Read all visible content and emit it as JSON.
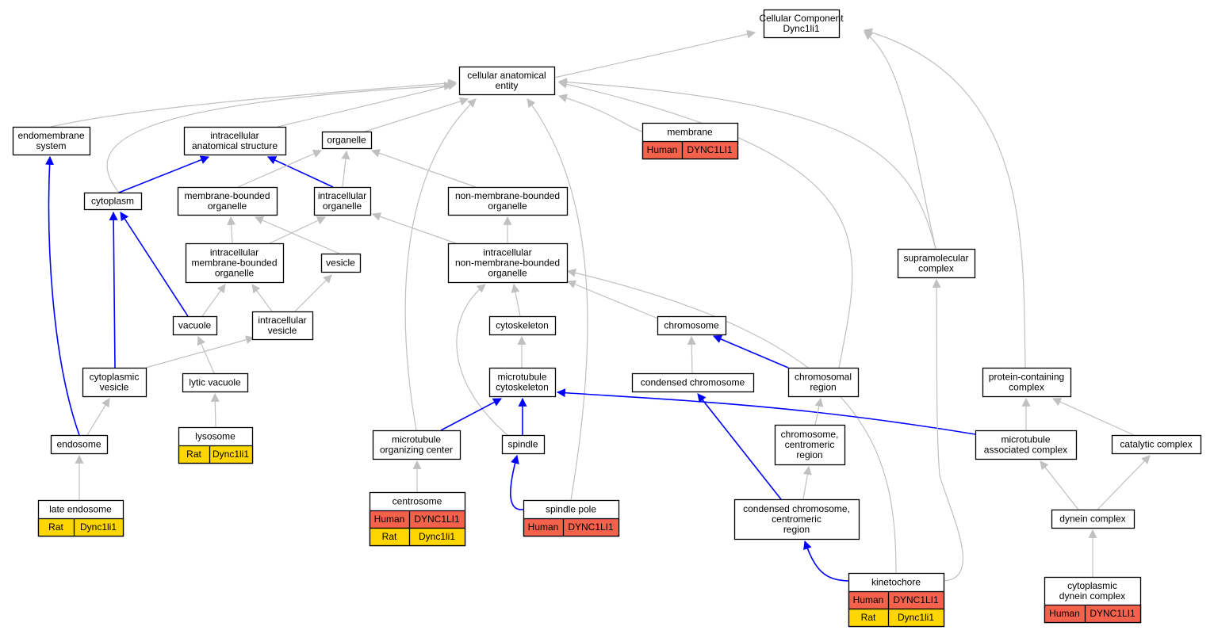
{
  "nodes": {
    "root": {
      "lines": [
        "Cellular Component",
        "Dync1li1"
      ]
    },
    "cae": {
      "lines": [
        "cellular anatomical",
        "entity"
      ]
    },
    "endosys": {
      "lines": [
        "endomembrane",
        "system"
      ]
    },
    "ias": {
      "lines": [
        "intracellular",
        "anatomical structure"
      ]
    },
    "organelle": {
      "lines": [
        "organelle"
      ]
    },
    "membrane": {
      "lines": [
        "membrane"
      ],
      "ann": [
        [
          "Human",
          "DYNC1LI1"
        ]
      ]
    },
    "cytoplasm": {
      "lines": [
        "cytoplasm"
      ]
    },
    "mbo": {
      "lines": [
        "membrane-bounded",
        "organelle"
      ]
    },
    "io": {
      "lines": [
        "intracellular",
        "organelle"
      ]
    },
    "nmbo": {
      "lines": [
        "non-membrane-bounded",
        "organelle"
      ]
    },
    "imbo": {
      "lines": [
        "intracellular",
        "membrane-bounded",
        "organelle"
      ]
    },
    "vesicle": {
      "lines": [
        "vesicle"
      ]
    },
    "inmbo": {
      "lines": [
        "intracellular",
        "non-membrane-bounded",
        "organelle"
      ]
    },
    "smc": {
      "lines": [
        "supramolecular",
        "complex"
      ]
    },
    "vacuole": {
      "lines": [
        "vacuole"
      ]
    },
    "iv": {
      "lines": [
        "intracellular",
        "vesicle"
      ]
    },
    "cytoskeleton": {
      "lines": [
        "cytoskeleton"
      ]
    },
    "chromosome": {
      "lines": [
        "chromosome"
      ]
    },
    "cv": {
      "lines": [
        "cytoplasmic",
        "vesicle"
      ]
    },
    "lv": {
      "lines": [
        "lytic vacuole"
      ]
    },
    "mtcs": {
      "lines": [
        "microtubule",
        "cytoskeleton"
      ]
    },
    "cc": {
      "lines": [
        "condensed chromosome"
      ]
    },
    "cr": {
      "lines": [
        "chromosomal",
        "region"
      ]
    },
    "pcc": {
      "lines": [
        "protein-containing",
        "complex"
      ]
    },
    "endosome": {
      "lines": [
        "endosome"
      ]
    },
    "lysosome": {
      "lines": [
        "lysosome"
      ],
      "ann": [
        [
          "Rat",
          "Dync1li1"
        ]
      ]
    },
    "moc": {
      "lines": [
        "microtubule",
        "organizing center"
      ]
    },
    "spindle": {
      "lines": [
        "spindle"
      ]
    },
    "ccr": {
      "lines": [
        "chromosome,",
        "centromeric",
        "region"
      ]
    },
    "mac": {
      "lines": [
        "microtubule",
        "associated complex"
      ]
    },
    "catc": {
      "lines": [
        "catalytic complex"
      ]
    },
    "le": {
      "lines": [
        "late endosome"
      ],
      "ann": [
        [
          "Rat",
          "Dync1li1"
        ]
      ]
    },
    "centrosome": {
      "lines": [
        "centrosome"
      ],
      "ann": [
        [
          "Human",
          "DYNC1LI1"
        ],
        [
          "Rat",
          "Dync1li1"
        ]
      ]
    },
    "sp": {
      "lines": [
        "spindle pole"
      ],
      "ann": [
        [
          "Human",
          "DYNC1LI1"
        ]
      ]
    },
    "cccr": {
      "lines": [
        "condensed chromosome,",
        "centromeric",
        "region"
      ]
    },
    "dc": {
      "lines": [
        "dynein complex"
      ]
    },
    "kin": {
      "lines": [
        "kinetochore"
      ],
      "ann": [
        [
          "Human",
          "DYNC1LI1"
        ],
        [
          "Rat",
          "Dync1li1"
        ]
      ]
    },
    "cdc": {
      "lines": [
        "cytoplasmic",
        "dynein complex"
      ],
      "ann": [
        [
          "Human",
          "DYNC1LI1"
        ]
      ]
    }
  },
  "species_colors": {
    "Human": "#f4624b",
    "Rat": "#ffd600"
  },
  "edge_colors": {
    "is_a": "#c0c0c0",
    "part_of": "#0000ff"
  }
}
